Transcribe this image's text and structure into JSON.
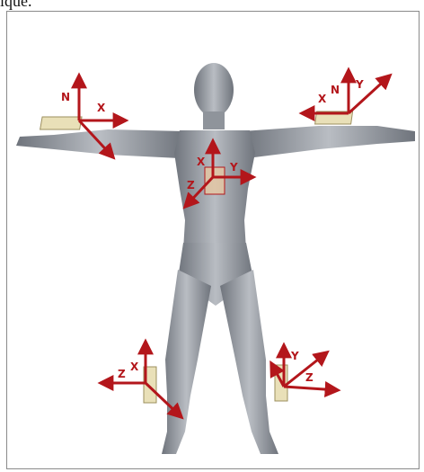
{
  "header": {
    "fragment": "ique."
  },
  "sensors": {
    "left_arm": {
      "n": "N",
      "x": "X"
    },
    "chest": {
      "x": "X",
      "y": "Y",
      "z": "Z"
    },
    "right_arm": {
      "x": "X",
      "n": "N",
      "y": "Y"
    },
    "left_leg": {
      "z": "Z",
      "x": "X"
    },
    "right_leg": {
      "y": "Y",
      "z": "Z"
    }
  },
  "colors": {
    "axis": "#b3161b",
    "sensor": "#e9e0b8",
    "body": "#9ea3aa"
  }
}
